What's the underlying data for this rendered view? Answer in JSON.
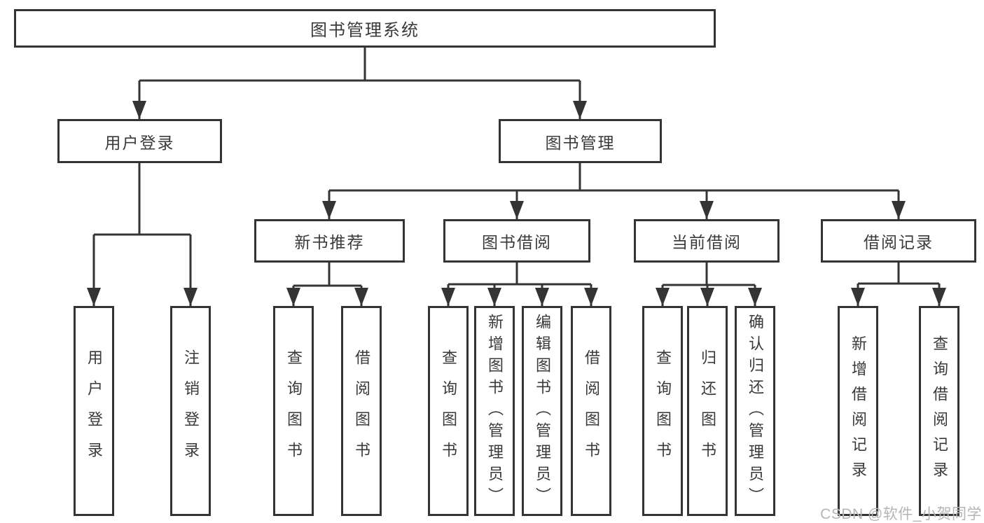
{
  "diagram": {
    "title": "图书管理系统",
    "level2": [
      {
        "label": "用户登录",
        "leaves": [
          "用户登录",
          "注销登录"
        ]
      },
      {
        "label": "图书管理"
      }
    ],
    "level3": [
      {
        "label": "新书推荐",
        "leaves": [
          "查询图书",
          "借阅图书"
        ]
      },
      {
        "label": "图书借阅",
        "leaves": [
          "查询图书",
          "新增图书（管理员）",
          "编辑图书（管理员）",
          "借阅图书"
        ]
      },
      {
        "label": "当前借阅",
        "leaves": [
          "查询图书",
          "归还图书",
          "确认归还（管理员）"
        ]
      },
      {
        "label": "借阅记录",
        "leaves": [
          "新增借阅记录",
          "查询借阅记录"
        ]
      }
    ]
  },
  "watermark": "CSDN @软件_小贺同学",
  "colors": {
    "line": "#343434",
    "box_border": "#343434",
    "text": "#3a3a3a",
    "background": "#ffffff",
    "watermark": "#b5b5b5"
  }
}
